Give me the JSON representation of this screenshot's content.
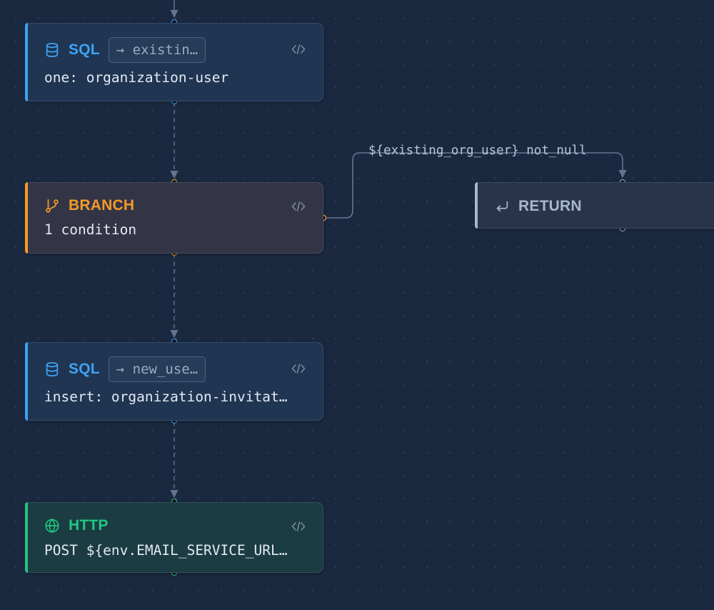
{
  "nodes": [
    {
      "id": "sql-existing",
      "type": "SQL",
      "output": "→ existin…",
      "subtitle": "one: organization-user",
      "color": "#3ea2f5"
    },
    {
      "id": "branch",
      "type": "BRANCH",
      "subtitle": "1 condition",
      "color": "#f39a28"
    },
    {
      "id": "return",
      "type": "RETURN",
      "color": "#a9b7cb"
    },
    {
      "id": "sql-new",
      "type": "SQL",
      "output": "→ new_use…",
      "subtitle": "insert: organization-invitat…",
      "color": "#3ea2f5"
    },
    {
      "id": "http",
      "type": "HTTP",
      "subtitle": "POST ${env.EMAIL_SERVICE_URL…",
      "color": "#22c781"
    }
  ],
  "edges": {
    "branch_condition_label": "${existing_org_user} not_null"
  },
  "icons": {
    "sql": "database-icon",
    "branch": "git-branch-icon",
    "return": "return-arrow-icon",
    "http": "globe-icon",
    "code": "code-icon"
  },
  "colors": {
    "canvas": "#1b2940",
    "edge": "#5d6e87",
    "sql_node_bg": "#1f3552",
    "branch_node_bg": "#333546",
    "return_node_bg": "#273449",
    "http_node_bg": "#1b3c42"
  }
}
